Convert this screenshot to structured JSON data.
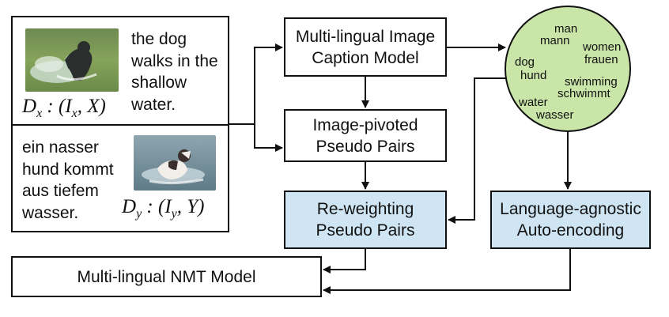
{
  "datasets": {
    "x": {
      "sentence_lines": [
        "the dog",
        "walks in the",
        "shallow",
        "water."
      ],
      "notation": {
        "d": "D",
        "sub": "x",
        "mid": ": (I",
        "sub2": "x",
        "tail": ", X)"
      }
    },
    "y": {
      "sentence_lines": [
        "ein nasser",
        "hund kommt",
        "aus tiefem",
        "wasser."
      ],
      "notation": {
        "d": "D",
        "sub": "y",
        "mid": ": (I",
        "sub2": "y",
        "tail": ", Y)"
      }
    }
  },
  "nodes": {
    "caption_model": [
      "Multi-lingual Image",
      "Caption Model"
    ],
    "pseudo_pairs": [
      "Image-pivoted",
      "Pseudo Pairs"
    ],
    "reweighting": [
      "Re-weighting",
      "Pseudo Pairs"
    ],
    "auto_encoding": [
      "Language-agnostic",
      "Auto-encoding"
    ],
    "nmt_model": "Multi-lingual NMT Model"
  },
  "embedding_words": [
    "man",
    "mann",
    "women",
    "frauen",
    "dog",
    "hund",
    "swimming",
    "schwimmt",
    "water",
    "wasser"
  ],
  "colors": {
    "embedding_fill": "#c9e5a8",
    "highlight_box": "#cfe5f3",
    "stroke": "#111111"
  },
  "photos": {
    "x": "dog-walking-in-water-photo",
    "y": "dog-running-in-water-photo"
  }
}
